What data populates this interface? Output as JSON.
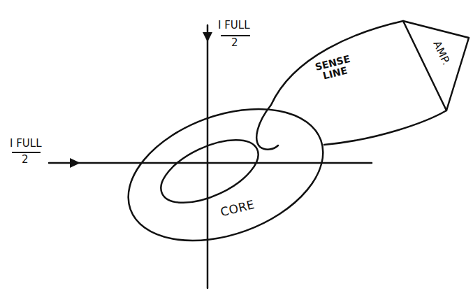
{
  "diagram": {
    "nodes": [
      {
        "text": [
          "CORE"
        ]
      },
      {
        "text": [
          "AMP."
        ]
      }
    ],
    "edges": [
      {
        "from": 0,
        "to": 1,
        "arrow": "none",
        "label": "SENSE LINE"
      }
    ],
    "labels": [
      "I FULL",
      "2",
      "I FULL",
      "2"
    ]
  }
}
